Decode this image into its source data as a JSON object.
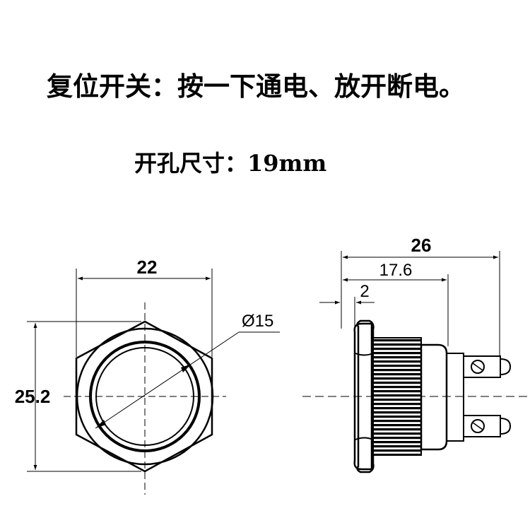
{
  "header": {
    "title": "复位开关：按一下通电、放开断电。",
    "hole_size_label": "开孔尺寸：19mm"
  },
  "front_view": {
    "width_dim": "22",
    "height_dim": "25.2",
    "diameter_dim": "Ø15"
  },
  "side_view": {
    "total_length_dim": "26",
    "thread_length_dim": "17.6",
    "flange_dim": "2"
  },
  "colors": {
    "ink": "#000000",
    "background": "#ffffff"
  }
}
